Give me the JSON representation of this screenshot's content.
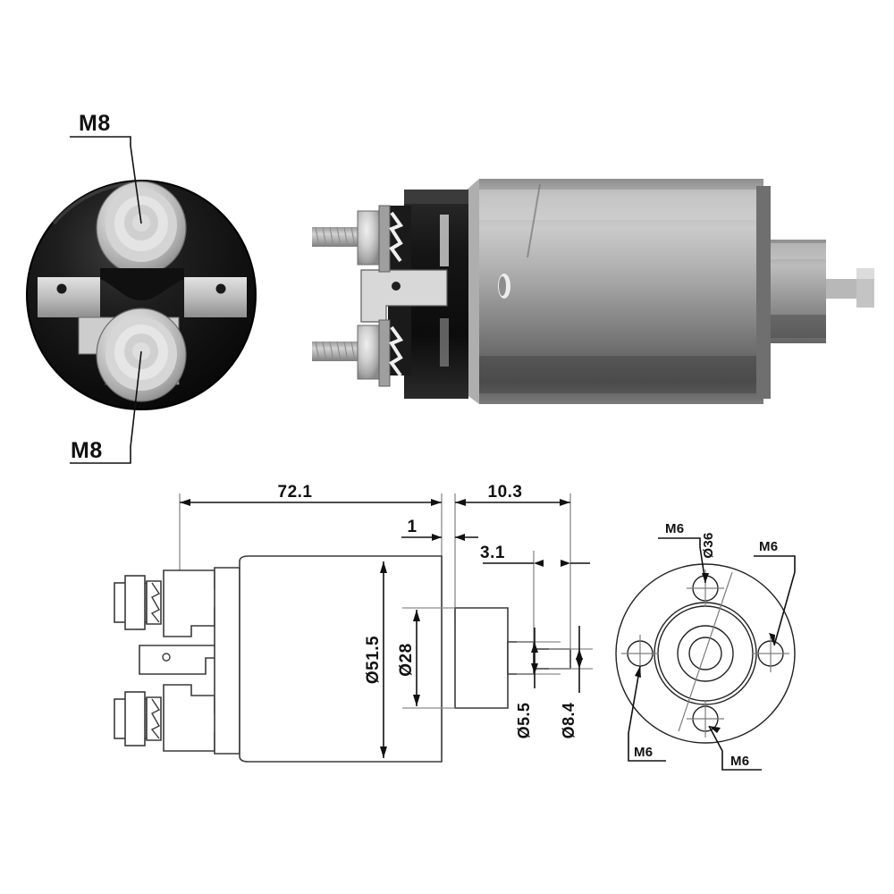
{
  "document": {
    "title": "Starter Solenoid Switch — Product Photo and Dimensional Drawing",
    "background_color": "#ffffff",
    "line_color": "#111111"
  },
  "photos": {
    "front_view": {
      "name": "front-face-photo",
      "description": "Round black solenoid end cap with two silver M8 terminal studs and two flat spade connectors",
      "body_color": "#151515",
      "stud_color": "#cfcfcf",
      "spade_color": "#b9b9b9",
      "callouts": [
        {
          "label": "M8",
          "target": "upper-terminal-stud"
        },
        {
          "label": "M8",
          "target": "lower-terminal-stud"
        }
      ]
    },
    "side_view": {
      "name": "side-profile-photo",
      "description": "Cylindrical steel solenoid body with terminal studs, nuts, plunger shaft",
      "barrel_color": "#a6a6a6",
      "cap_color": "#1b1b1b",
      "stud_color": "#b2b2b2"
    }
  },
  "drawing": {
    "title": "Dimensional drawing",
    "units": "mm",
    "linear_dimensions": [
      {
        "id": "overall-body-length",
        "value": "72.1",
        "orientation": "horizontal"
      },
      {
        "id": "plunger-extension-length",
        "value": "10.3",
        "orientation": "horizontal"
      },
      {
        "id": "flange-thickness",
        "value": "1",
        "orientation": "horizontal"
      },
      {
        "id": "shaft-step-length",
        "value": "3.1",
        "orientation": "horizontal"
      }
    ],
    "diameter_dimensions": [
      {
        "id": "body-diameter",
        "value": "Ø51.5",
        "orientation": "vertical"
      },
      {
        "id": "nose-diameter",
        "value": "Ø28",
        "orientation": "vertical"
      },
      {
        "id": "shaft-small-diameter",
        "value": "Ø5.5",
        "orientation": "vertical"
      },
      {
        "id": "shaft-large-diameter",
        "value": "Ø8.4",
        "orientation": "vertical"
      }
    ],
    "end_view": {
      "id": "mounting-face-end-view",
      "bolt_circle": {
        "label": "Ø36"
      },
      "thread_callouts": [
        {
          "label": "M6",
          "position": "top-left"
        },
        {
          "label": "M6",
          "position": "top-right"
        },
        {
          "label": "M6",
          "position": "bottom-left"
        },
        {
          "label": "M6",
          "position": "bottom-right"
        }
      ]
    }
  }
}
